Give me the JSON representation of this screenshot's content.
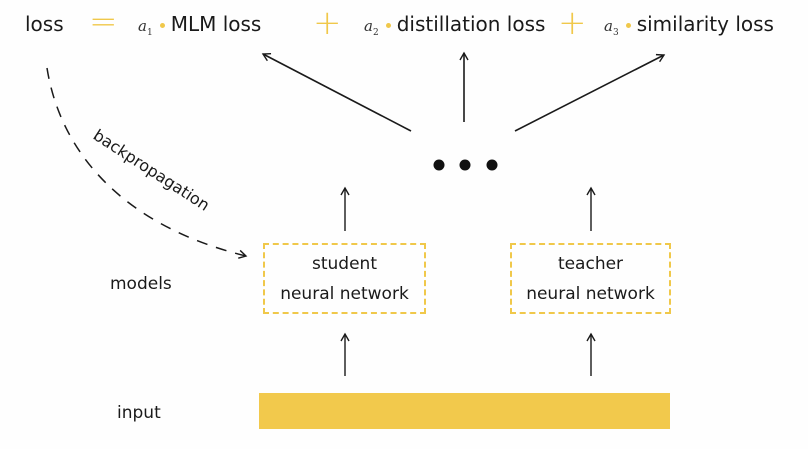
{
  "equation": {
    "lhs": "loss",
    "equals": "=",
    "plus": "+",
    "terms": [
      {
        "coef": "a",
        "sub": "1",
        "label": "MLM loss"
      },
      {
        "coef": "a",
        "sub": "2",
        "label": "distillation loss"
      },
      {
        "coef": "a",
        "sub": "3",
        "label": "similarity loss"
      }
    ]
  },
  "backprop_label": "backpropagation",
  "ellipsis": "• • •",
  "rows": {
    "models": "models",
    "input": "input"
  },
  "student": {
    "line1": "student",
    "line2": "neural network"
  },
  "teacher": {
    "line1": "teacher",
    "line2": "neural network"
  },
  "colors": {
    "accent": "#f2c94c",
    "dashed_border": "#f0c84a",
    "ink": "#1a1a1a"
  }
}
